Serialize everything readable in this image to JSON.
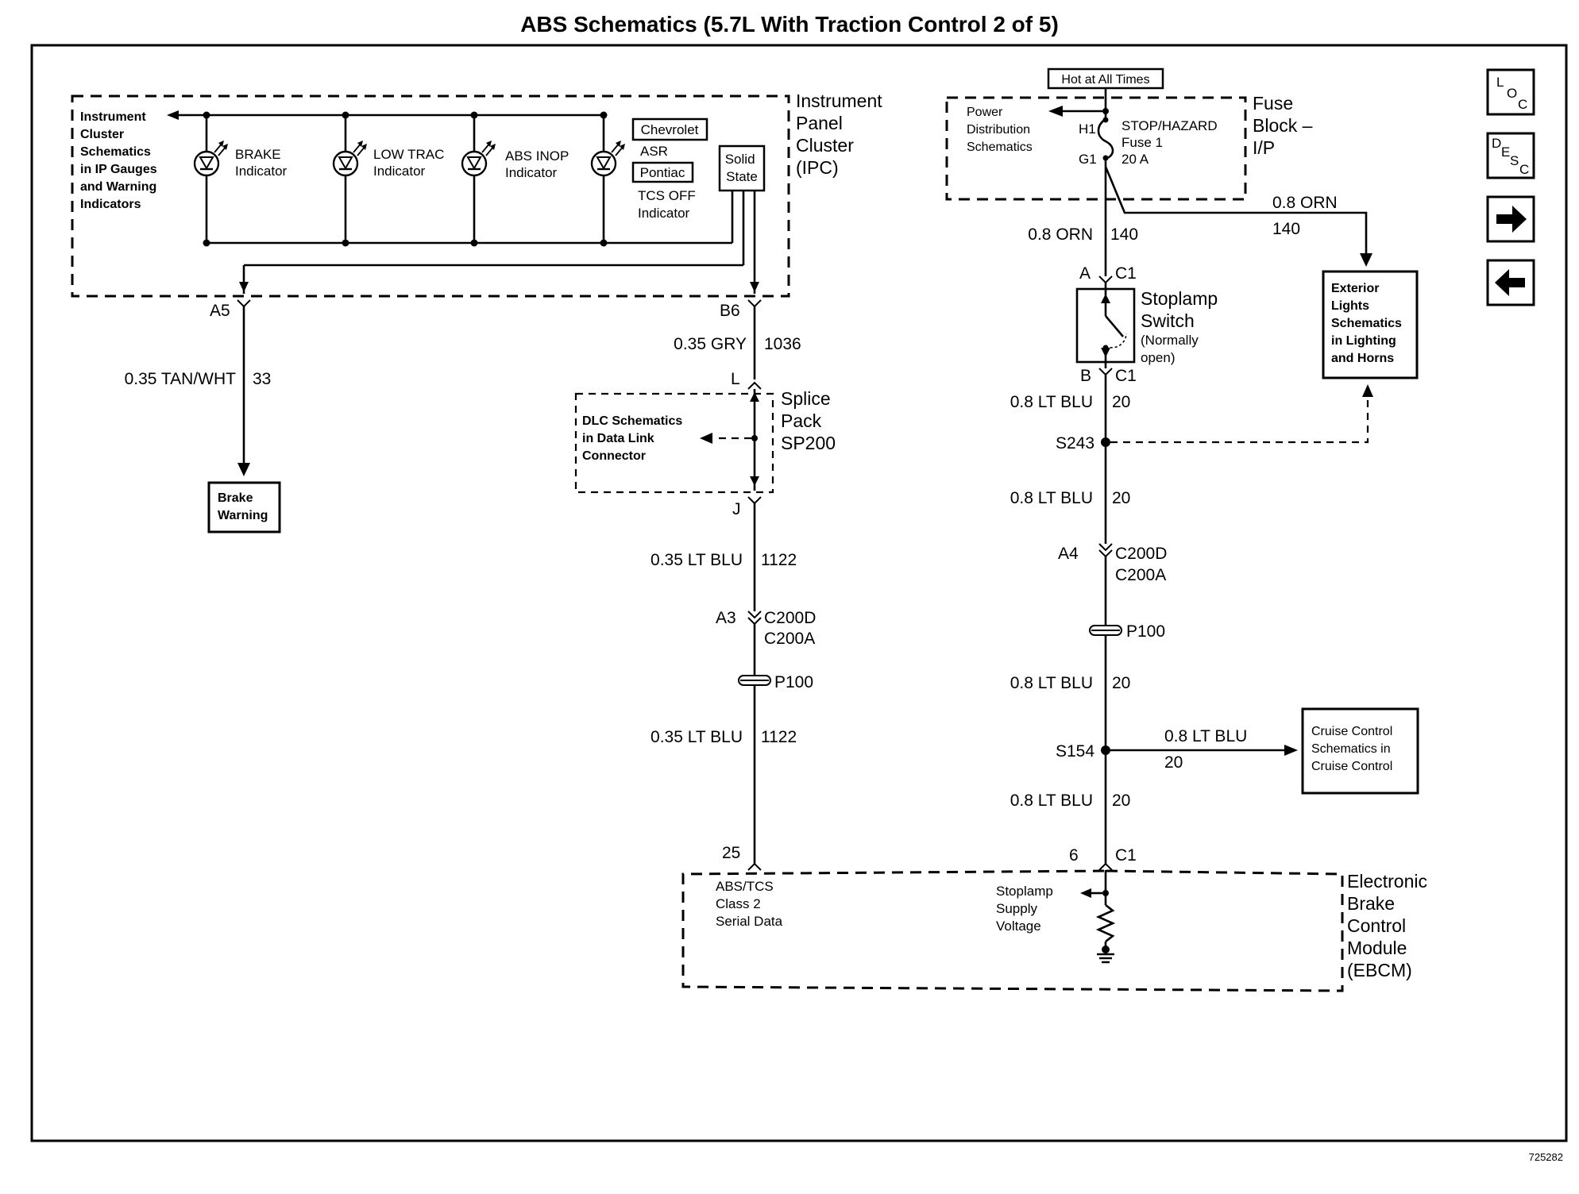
{
  "title": "ABS Schematics (5.7L With Traction Control 2 of 5)",
  "figure_id": "725282",
  "nav": {
    "loc": [
      "L",
      "O",
      "C"
    ],
    "desc": [
      "D",
      "E",
      "S",
      "C"
    ],
    "forward": "arrow-right-icon",
    "back": "arrow-left-icon"
  },
  "ipc": {
    "label": [
      "Instrument",
      "Panel",
      "Cluster",
      "(IPC)"
    ],
    "ref": [
      "Instrument",
      "Cluster",
      "Schematics",
      "in IP Gauges",
      "and Warning",
      "Indicators"
    ],
    "brake": [
      "BRAKE",
      "Indicator"
    ],
    "lowtrac": [
      "LOW TRAC",
      "Indicator"
    ],
    "absinop": [
      "ABS INOP",
      "Indicator"
    ],
    "chevrolet": "Chevrolet",
    "asr": "ASR",
    "pontiac": "Pontiac",
    "tcs": [
      "TCS OFF",
      "Indicator"
    ],
    "solid": [
      "Solid",
      "State"
    ]
  },
  "left": {
    "a5": "A5",
    "w1": "0.35 TAN/WHT",
    "c1": "33",
    "brake_warning": [
      "Brake",
      "Warning"
    ]
  },
  "mid": {
    "b6": "B6",
    "w1": "0.35 GRY",
    "c1": "1036",
    "l": "L",
    "splice": [
      "Splice",
      "Pack",
      "SP200"
    ],
    "dlc": [
      "DLC Schematics",
      "in Data Link",
      "Connector"
    ],
    "j": "J",
    "w2": "0.35 LT BLU",
    "c2": "1122",
    "a3": "A3",
    "conn1": "C200D",
    "conn2": "C200A",
    "p100": "P100",
    "w3": "0.35 LT BLU",
    "c3": "1122",
    "pin25": "25"
  },
  "fuse": {
    "hot": "Hot at All Times",
    "pds": [
      "Power",
      "Distribution",
      "Schematics"
    ],
    "h1": "H1",
    "g1": "G1",
    "stop": [
      "STOP/HAZARD",
      "Fuse 1",
      "20 A"
    ],
    "label": [
      "Fuse",
      "Block –",
      "I/P"
    ],
    "w_branch": "0.8 ORN",
    "c_branch": "140",
    "w_main": "0.8 ORN",
    "c_main": "140"
  },
  "ext": [
    "Exterior",
    "Lights",
    "Schematics",
    "in Lighting",
    "and Horns"
  ],
  "right": {
    "a": "A",
    "c1a": "C1",
    "stoplamp": [
      "Stoplamp",
      "Switch"
    ],
    "normally": [
      "(Normally",
      "open)"
    ],
    "b": "B",
    "c1b": "C1",
    "w1": "0.8 LT BLU",
    "c1": "20",
    "s243": "S243",
    "w2": "0.8 LT BLU",
    "c2": "20",
    "a4": "A4",
    "conn1": "C200D",
    "conn2": "C200A",
    "p100": "P100",
    "w3": "0.8 LT BLU",
    "c3": "20",
    "s154": "S154",
    "w_branch": "0.8 LT BLU",
    "c_branch": "20",
    "w4": "0.8 LT BLU",
    "c4": "20",
    "pin6": "6",
    "c1c": "C1"
  },
  "cruise": [
    "Cruise Control",
    "Schematics in",
    "Cruise Control"
  ],
  "ebcm": {
    "label": [
      "Electronic",
      "Brake",
      "Control",
      "Module",
      "(EBCM)"
    ],
    "serial": [
      "ABS/TCS",
      "Class 2",
      "Serial Data"
    ],
    "supply": [
      "Stoplamp",
      "Supply",
      "Voltage"
    ]
  }
}
